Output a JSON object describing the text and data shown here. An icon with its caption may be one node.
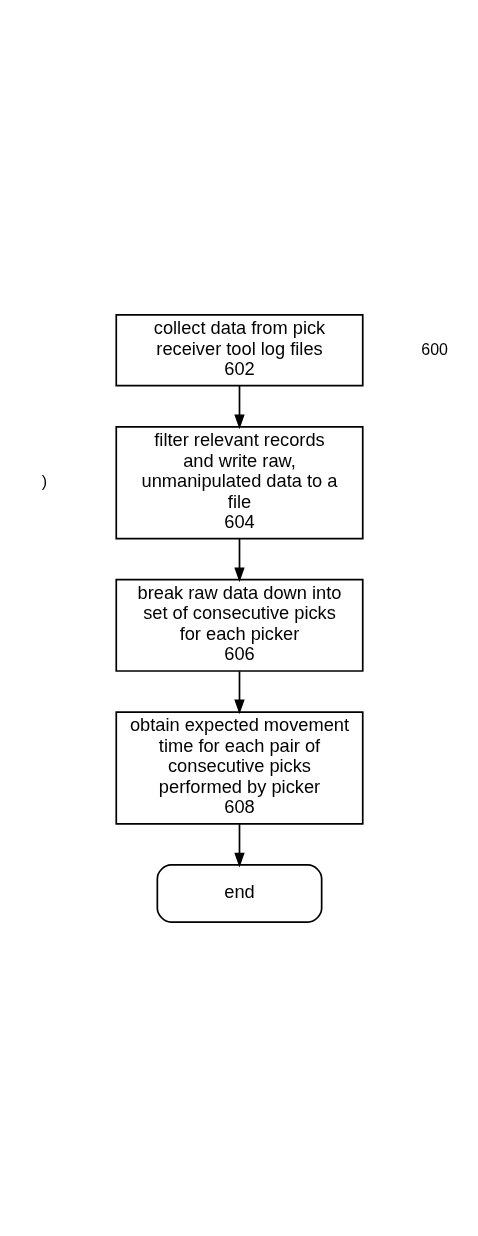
{
  "diagram": {
    "nodes": [
      {
        "text": [
          "collect data from pick receiver tool log files",
          "602"
        ]
      },
      {
        "text": [
          "filter relevant records and write raw, unmanipulated data to a file",
          "604"
        ]
      },
      {
        "text": [
          "break raw data down into set of consecutive picks for each picker",
          "606"
        ]
      },
      {
        "text": [
          "obtain expected movement time for each pair of consecutive picks performed by picker",
          "608"
        ]
      },
      {
        "text": [
          "end"
        ]
      }
    ],
    "edges": [
      {
        "from": 0,
        "to": 1,
        "arrow": "to"
      },
      {
        "from": 1,
        "to": 2,
        "arrow": "to"
      },
      {
        "from": 2,
        "to": 3,
        "arrow": "to"
      },
      {
        "from": 3,
        "to": 4,
        "arrow": "to"
      }
    ],
    "labels": [
      "600",
      ")"
    ]
  }
}
